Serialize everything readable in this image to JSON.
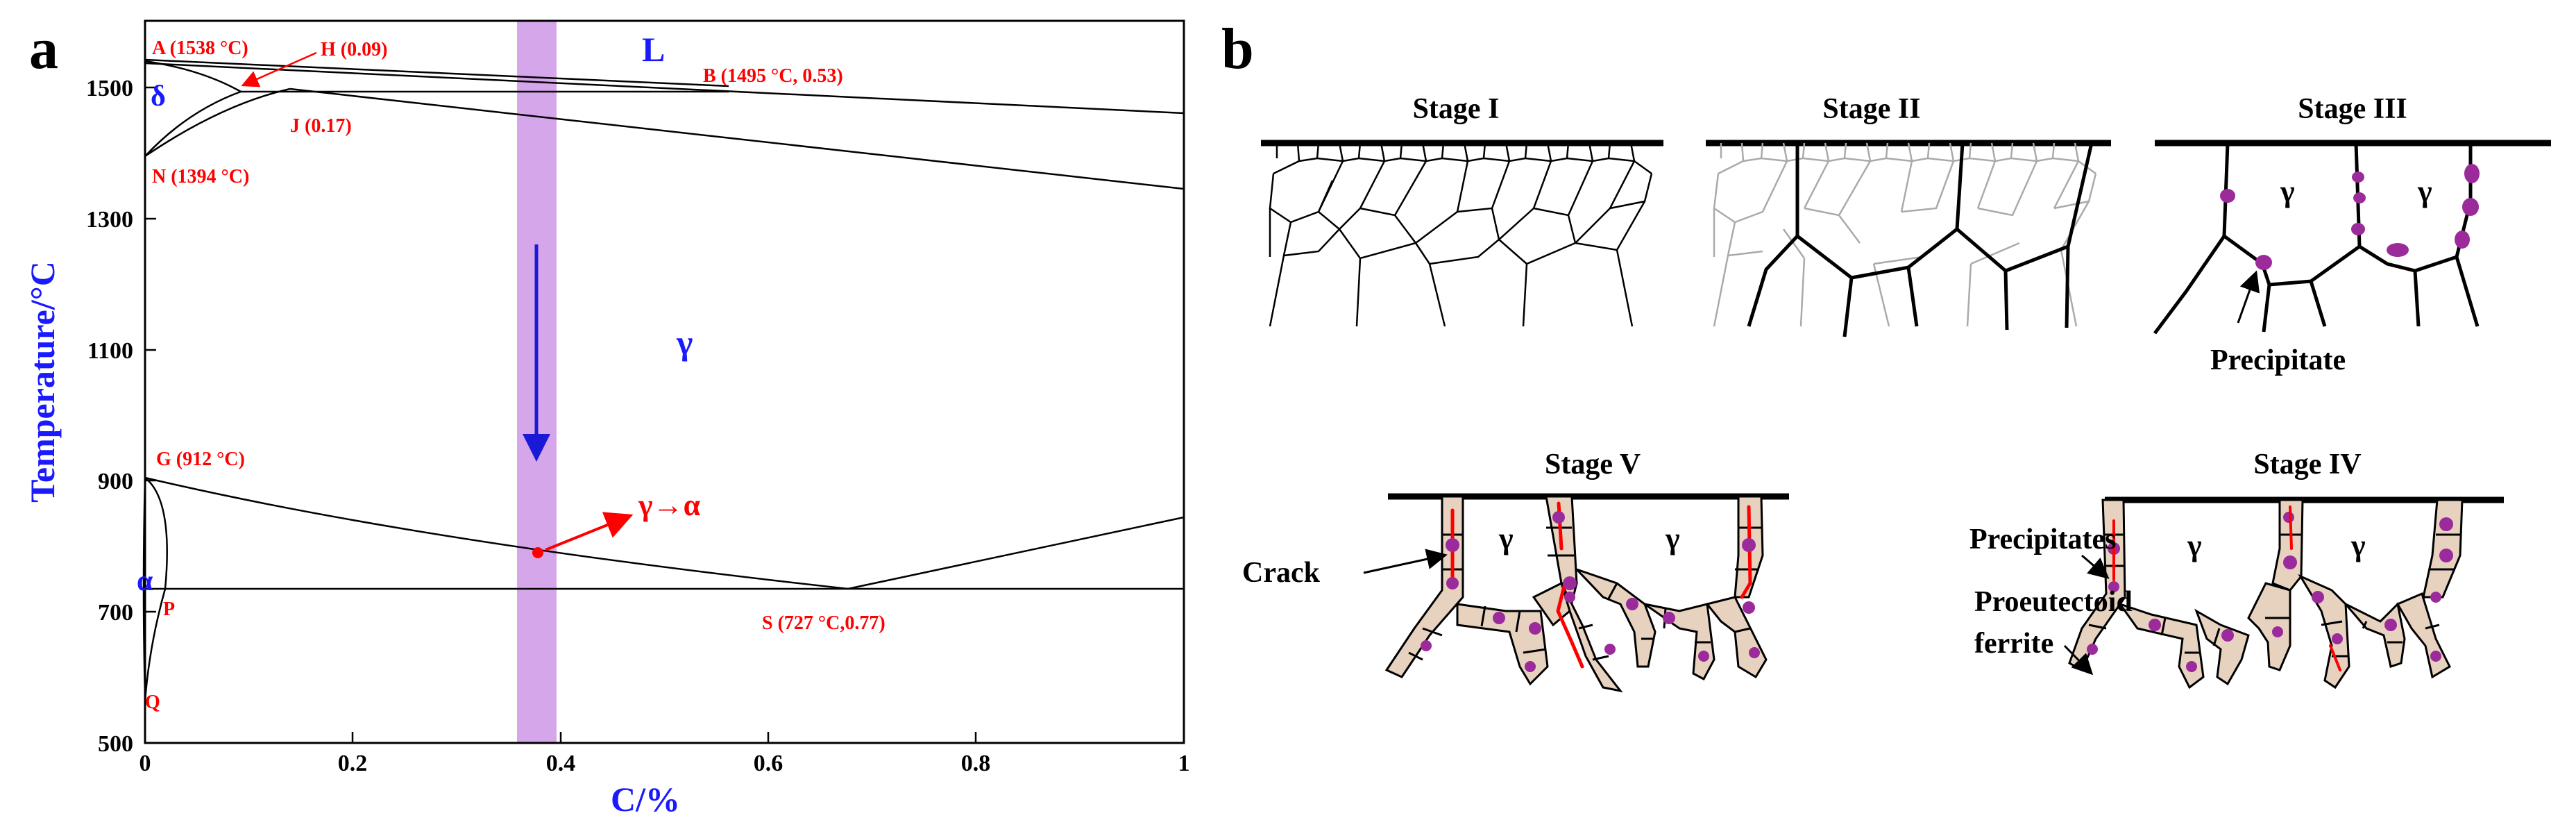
{
  "panel_a": {
    "panel_label": "a",
    "xlabel": "C/%",
    "ylabel": "Temperature/°C",
    "x_ticks": [
      "0",
      "0.2",
      "0.4",
      "0.6",
      "0.8",
      "1"
    ],
    "y_ticks": [
      "500",
      "700",
      "900",
      "1100",
      "1300",
      "1500"
    ],
    "phase_labels": {
      "liquid": "L",
      "delta": "δ",
      "gamma": "γ",
      "alpha": "α"
    },
    "points": {
      "A": "A (1538 °C)",
      "H": "H (0.09)",
      "B": "B (1495 °C, 0.53)",
      "J": "J (0.17)",
      "N": "N (1394 °C)",
      "G": "G (912 °C)",
      "P": "P",
      "S": "S (727 °C,0.77)",
      "Q": "Q"
    },
    "transformation_label": "γ→α",
    "colors": {
      "phase_text": "#1a1aff",
      "point_text": "#ff0000",
      "band": "#d6a6ea",
      "cooling_arrow": "#1a1ad6",
      "transform": "#ff0000"
    }
  },
  "panel_b": {
    "panel_label": "b",
    "stages": {
      "stage1": "Stage I",
      "stage2": "Stage II",
      "stage3": "Stage III",
      "stage4": "Stage IV",
      "stage5": "Stage V"
    },
    "gamma": "γ",
    "annotations": {
      "precipitate": "Precipitate",
      "crack": "Crack",
      "precipitates": "Precipitates",
      "proeutectoid_1": "Proeutectoid",
      "proeutectoid_2": "ferrite"
    },
    "colors": {
      "precipitate": "#9b2a9b",
      "ferrite_fill": "#e6d2bf",
      "crack": "#ff0000"
    }
  }
}
